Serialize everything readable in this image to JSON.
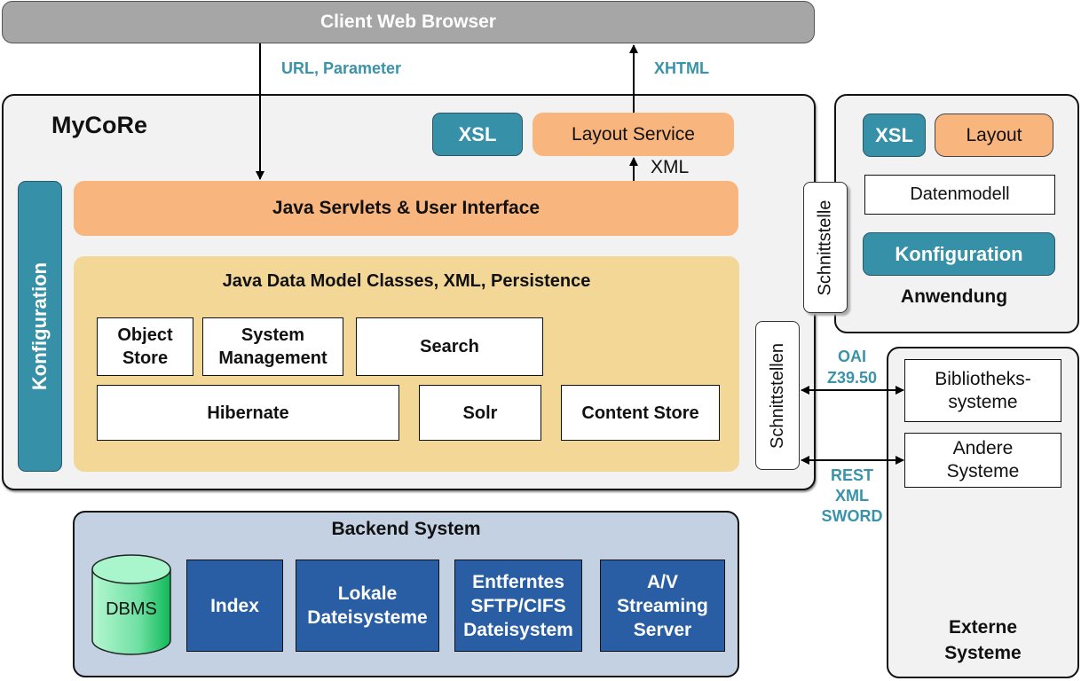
{
  "title": "MyCoRe",
  "browser": {
    "label": "Client Web Browser"
  },
  "flows": {
    "request": "URL, Parameter",
    "response": "XHTML",
    "internal": "XML",
    "oai": [
      "OAI",
      "Z39.50"
    ],
    "rest": [
      "REST",
      "XML",
      "SWORD"
    ]
  },
  "mycore": {
    "title": "MyCoRe",
    "xsl": "XSL",
    "layout_service": "Layout Service",
    "configuration": "Konfiguration",
    "servlets": "Java Servlets & User Interface",
    "datamodel": {
      "title": "Java Data Model Classes, XML, Persistence",
      "components": {
        "object_store": [
          "Object",
          "Store"
        ],
        "system_management": [
          "System",
          "Management"
        ],
        "search": "Search",
        "hibernate": "Hibernate",
        "solr": "Solr",
        "content_store": "Content Store"
      }
    },
    "interfaces": "Schnittstellen"
  },
  "application": {
    "interface": "Schnittstelle",
    "xsl": "XSL",
    "layout": "Layout",
    "datamodel": "Datenmodell",
    "configuration": "Konfiguration",
    "label": "Anwendung"
  },
  "external": {
    "library": [
      "Bibliotheks-",
      "systeme"
    ],
    "other": [
      "Andere",
      "Systeme"
    ],
    "label": [
      "Externe",
      "Systeme"
    ]
  },
  "backend": {
    "title": "Backend System",
    "dbms": "DBMS",
    "index": "Index",
    "local_fs": [
      "Lokale",
      "Dateisysteme"
    ],
    "remote_fs": [
      "Entferntes",
      "SFTP/CIFS",
      "Dateisystem"
    ],
    "av_server": [
      "A/V",
      "Streaming",
      "Server"
    ]
  },
  "colors": {
    "teal": "#3590a8",
    "peach": "#f8b57e",
    "sand": "#f2d797",
    "backend_blue": "#2a5ea4",
    "backend_bg": "#c3d1e2",
    "db_green": "#2cc46a",
    "browser_gray": "#a6a6a6",
    "label_teal": "#3a93a9"
  }
}
